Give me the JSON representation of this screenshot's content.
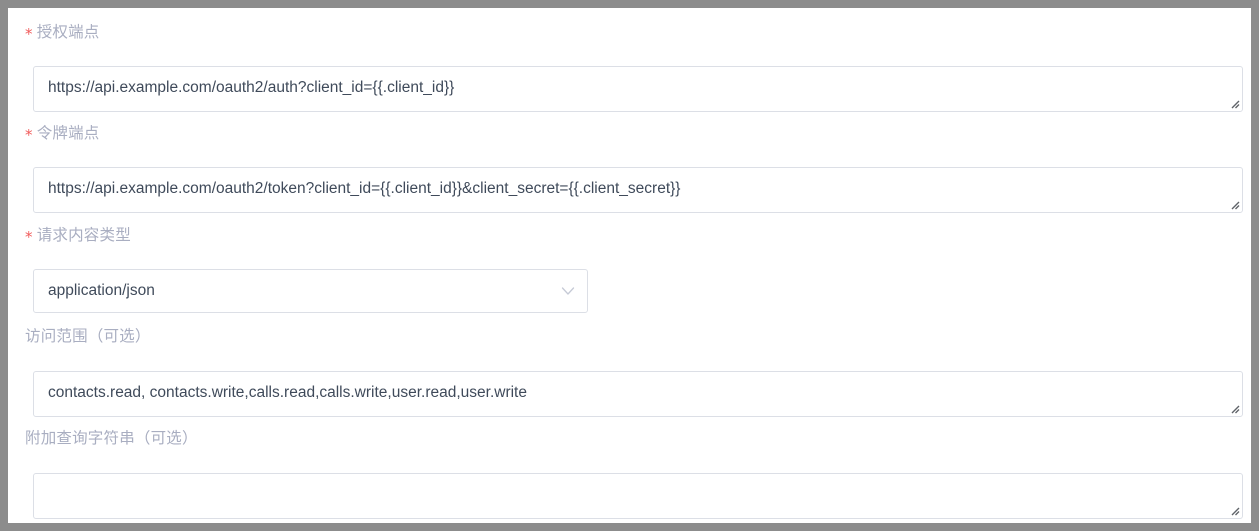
{
  "form": {
    "fields": [
      {
        "label": "授权端点",
        "required": true,
        "required_marker": "*",
        "optional_suffix": "",
        "control": "textarea",
        "value": "https://api.example.com/oauth2/auth?client_id={{.client_id}}",
        "placeholder": ""
      },
      {
        "label": "令牌端点",
        "required": true,
        "required_marker": "*",
        "optional_suffix": "",
        "control": "textarea",
        "value": "https://api.example.com/oauth2/token?client_id={{.client_id}}&client_secret={{.client_secret}}",
        "placeholder": ""
      },
      {
        "label": "请求内容类型",
        "required": true,
        "required_marker": "*",
        "optional_suffix": "",
        "control": "select",
        "value": "application/json",
        "placeholder": ""
      },
      {
        "label": "访问范围",
        "required": false,
        "required_marker": "",
        "optional_suffix": "（可选）",
        "control": "textarea",
        "value": "contacts.read, contacts.write,calls.read,calls.write,user.read,user.write",
        "placeholder": ""
      },
      {
        "label": "附加查询字符串",
        "required": false,
        "required_marker": "",
        "optional_suffix": "（可选）",
        "control": "textarea",
        "value": "",
        "placeholder": ""
      }
    ]
  },
  "icons": {
    "chevron_down": "chevron-down-icon",
    "resize_grip": "resize-grip-icon"
  },
  "colors": {
    "frame": "#8c8c8c",
    "panel": "#ffffff",
    "label": "#a9aec1",
    "required_star": "#f05b5b",
    "input_border": "#dcdfe6",
    "input_text": "#3f4a5a",
    "arrow": "#c6cad6"
  }
}
